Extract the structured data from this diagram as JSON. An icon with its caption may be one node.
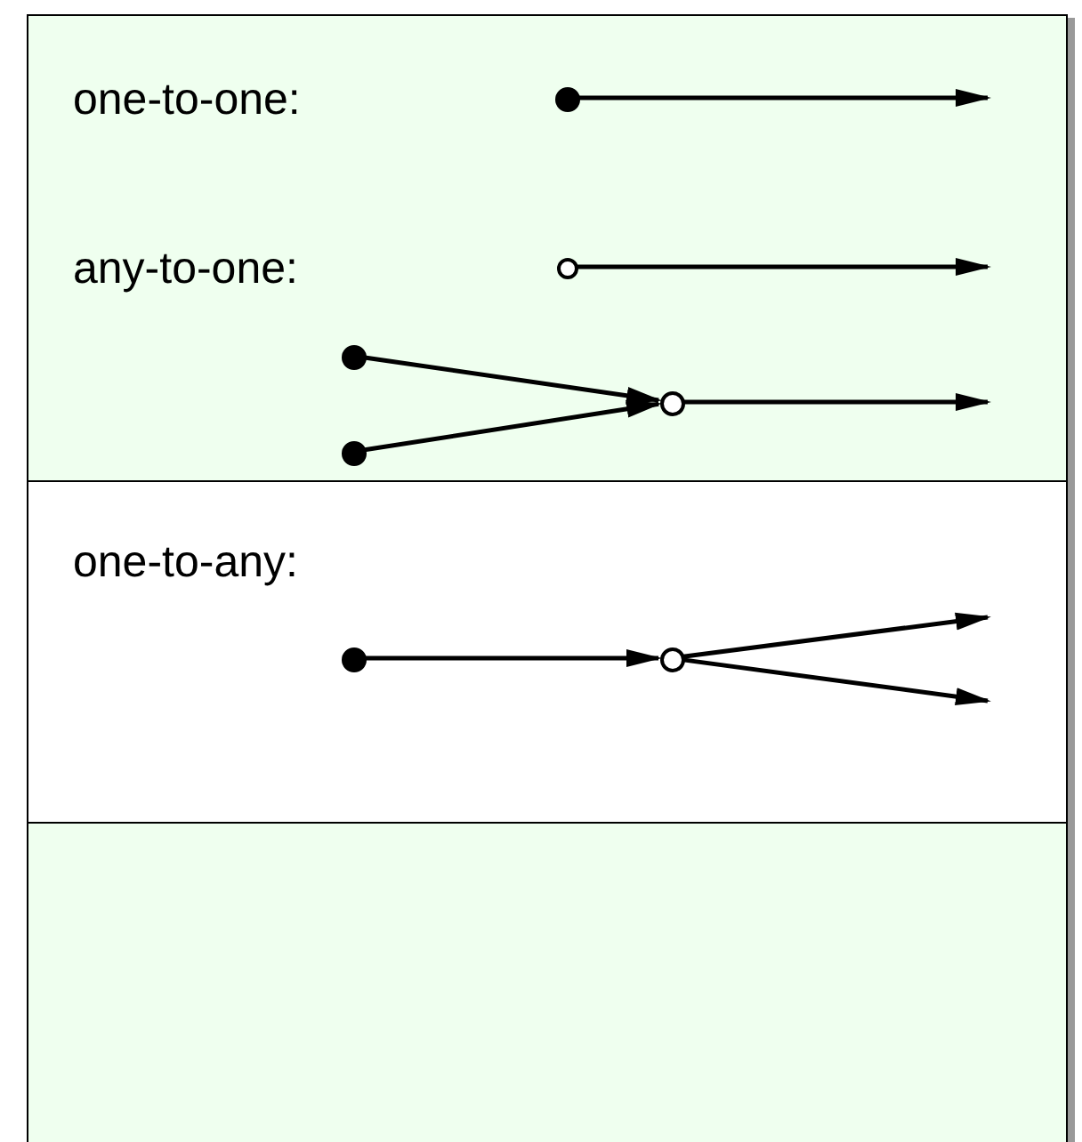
{
  "diagram": {
    "nodes": [
      {
        "text": [
          "one-to-one:",
          "any-to-one:"
        ]
      },
      {
        "text": [],
        "shape": "circle",
        "in": 0
      },
      {
        "text": [],
        "shape": "circle",
        "in": 0
      },
      {
        "text": [],
        "shape": "circle",
        "in": 0
      },
      {
        "text": [],
        "shape": "circle",
        "in": 0
      },
      {
        "text": [],
        "shape": "circle",
        "in": 0
      },
      {
        "text": [
          "one-to-any:"
        ]
      },
      {
        "text": [],
        "shape": "circle",
        "in": 6
      },
      {
        "text": [],
        "shape": "circle",
        "in": 6
      },
      {
        "text": [],
        "shape": "box"
      }
    ],
    "edges": [
      {
        "from": 1,
        "to": null,
        "arrow": "to"
      },
      {
        "from": 2,
        "to": null,
        "arrow": "to"
      },
      {
        "from": 3,
        "to": 5,
        "arrow": "to"
      },
      {
        "from": 4,
        "to": 5,
        "arrow": "to"
      },
      {
        "from": 5,
        "to": null,
        "arrow": "to"
      },
      {
        "from": 7,
        "to": 8,
        "arrow": "to"
      },
      {
        "from": 8,
        "to": null,
        "arrow": "to"
      },
      {
        "from": 8,
        "to": null,
        "arrow": "to"
      }
    ]
  }
}
